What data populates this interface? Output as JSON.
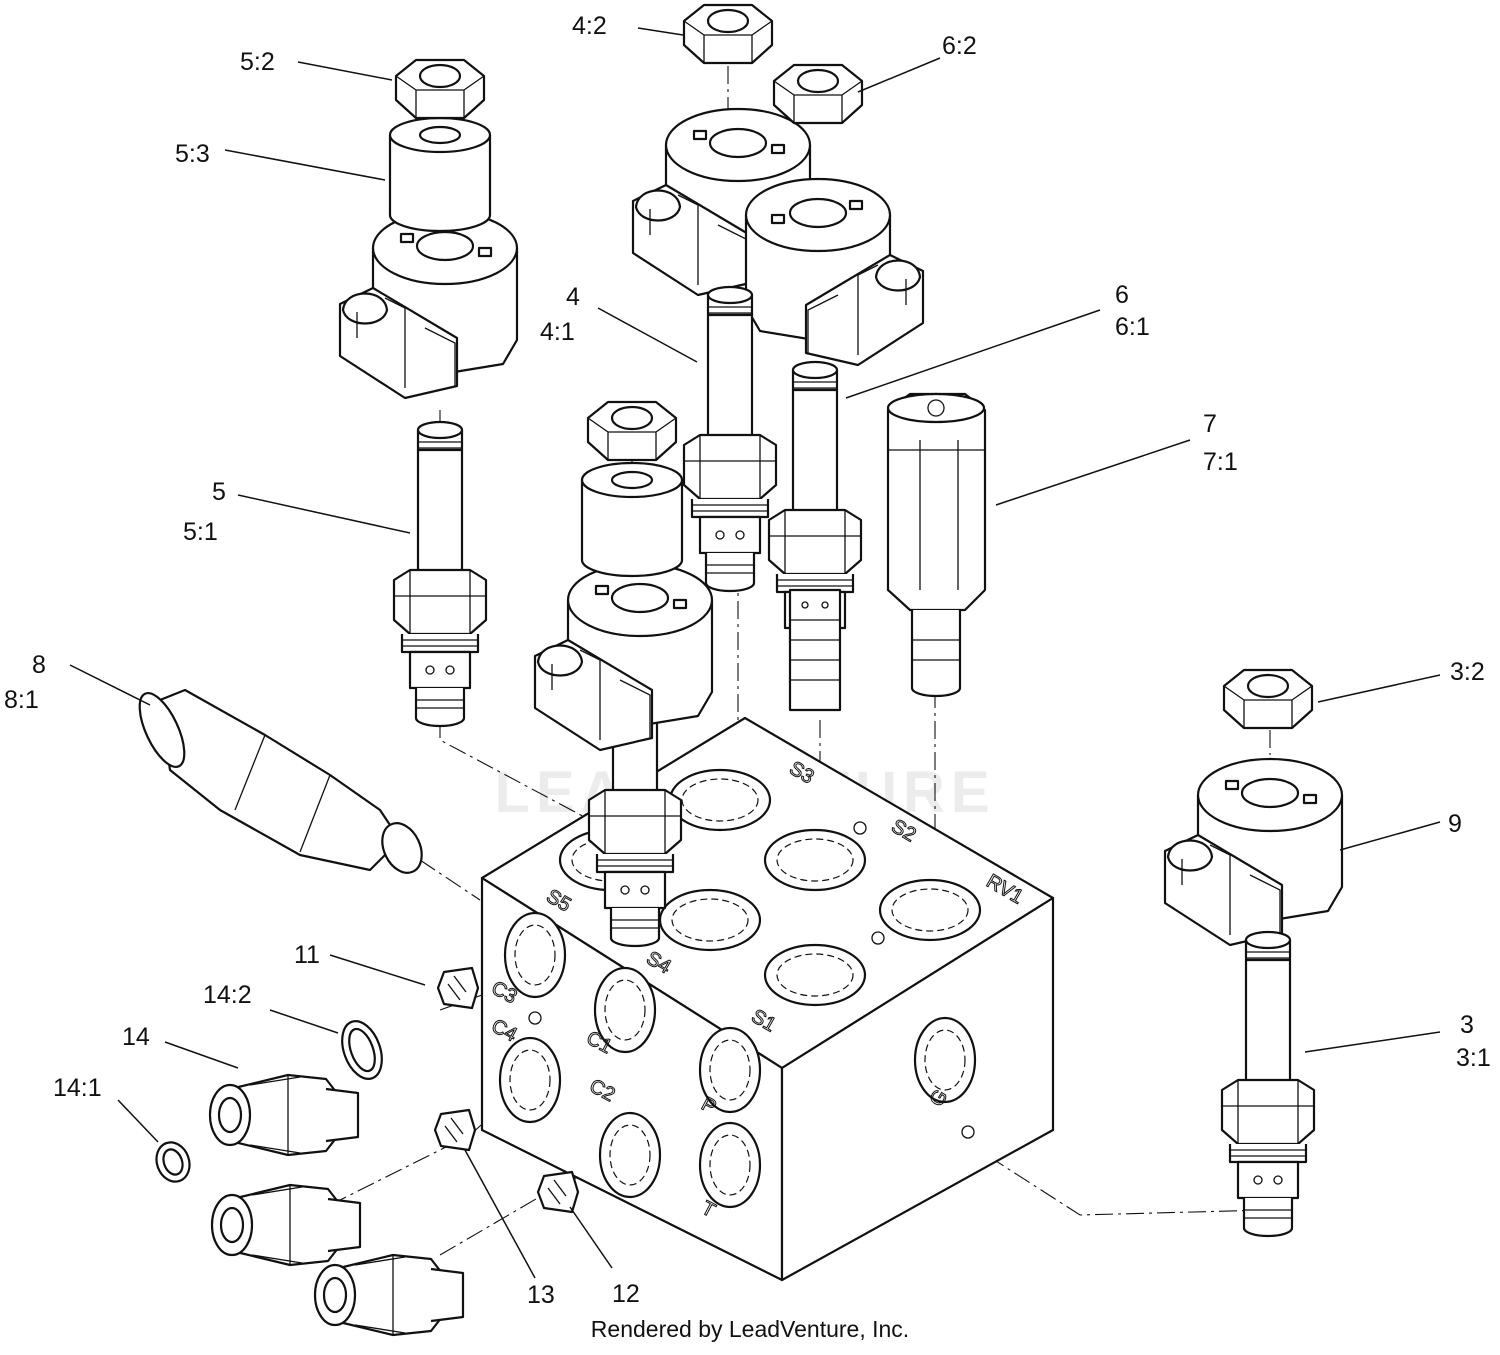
{
  "watermark": "LEADVENTURE",
  "footer": "Rendered by LeadVenture, Inc.",
  "callouts": {
    "c5_2": "5:2",
    "c4_2": "4:2",
    "c6_2": "6:2",
    "c5_3": "5:3",
    "c4": "4",
    "c4_1": "4:1",
    "c6": "6",
    "c6_1": "6:1",
    "c7": "7",
    "c7_1": "7:1",
    "c5": "5",
    "c5_1": "5:1",
    "c8": "8",
    "c8_1": "8:1",
    "c3_2": "3:2",
    "c9": "9",
    "c11": "11",
    "c14_2": "14:2",
    "c14": "14",
    "c14_1": "14:1",
    "c3": "3",
    "c3_1": "3:1",
    "c13": "13",
    "c12": "12"
  },
  "ports": {
    "s1": "S1",
    "s2": "S2",
    "s3": "S3",
    "s4": "S4",
    "s5": "S5",
    "rv1": "RV1",
    "c1": "C1",
    "c2": "C2",
    "c3": "C3",
    "c4": "C4",
    "p": "P",
    "t": "T",
    "g": "G"
  }
}
